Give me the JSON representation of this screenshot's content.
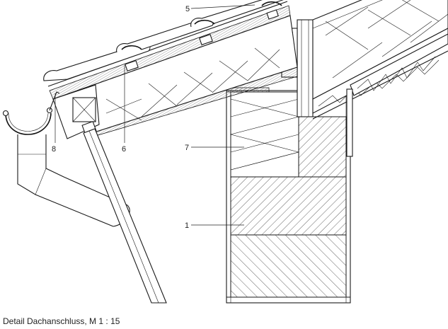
{
  "caption": "Detail Dachanschluss, M 1 : 15",
  "labels": {
    "l1": "1",
    "l5": "5",
    "l6": "6",
    "l7": "7",
    "l8": "8"
  }
}
